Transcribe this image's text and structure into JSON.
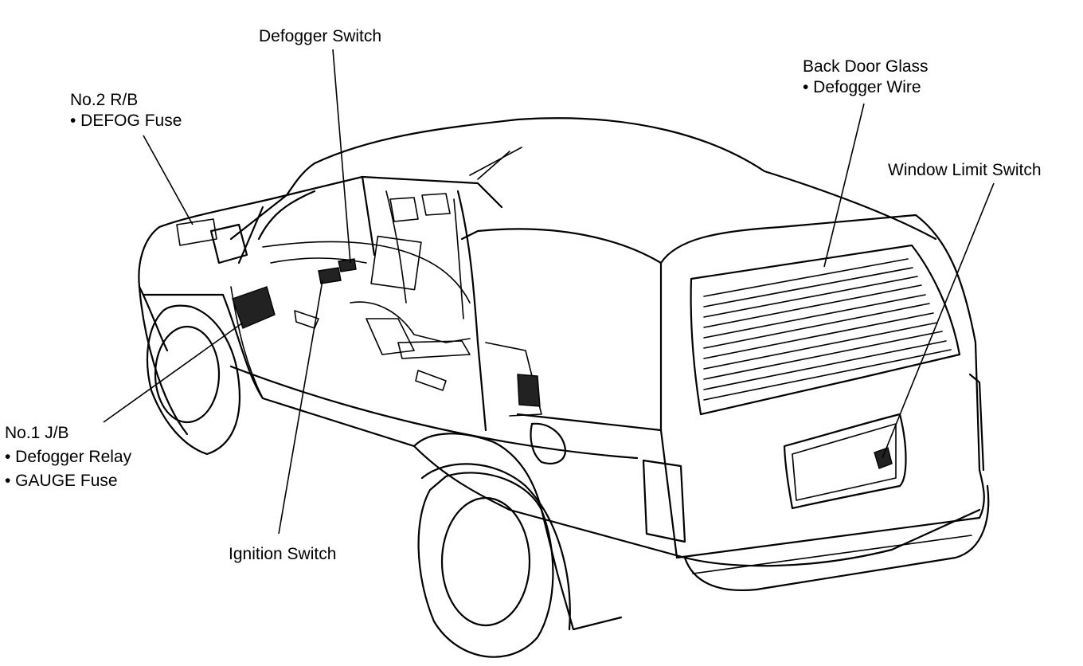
{
  "labels": {
    "defogger_switch": "Defogger Switch",
    "back_door_glass": {
      "title": "Back Door Glass",
      "item1": "• Defogger Wire"
    },
    "no2_rb": {
      "title": "No.2 R/B",
      "item1": "• DEFOG Fuse"
    },
    "window_limit_switch": "Window Limit Switch",
    "no1_jb": {
      "title": "No.1 J/B",
      "item1": "• Defogger Relay",
      "item2": "• GAUGE Fuse"
    },
    "ignition_switch": "Ignition Switch"
  }
}
